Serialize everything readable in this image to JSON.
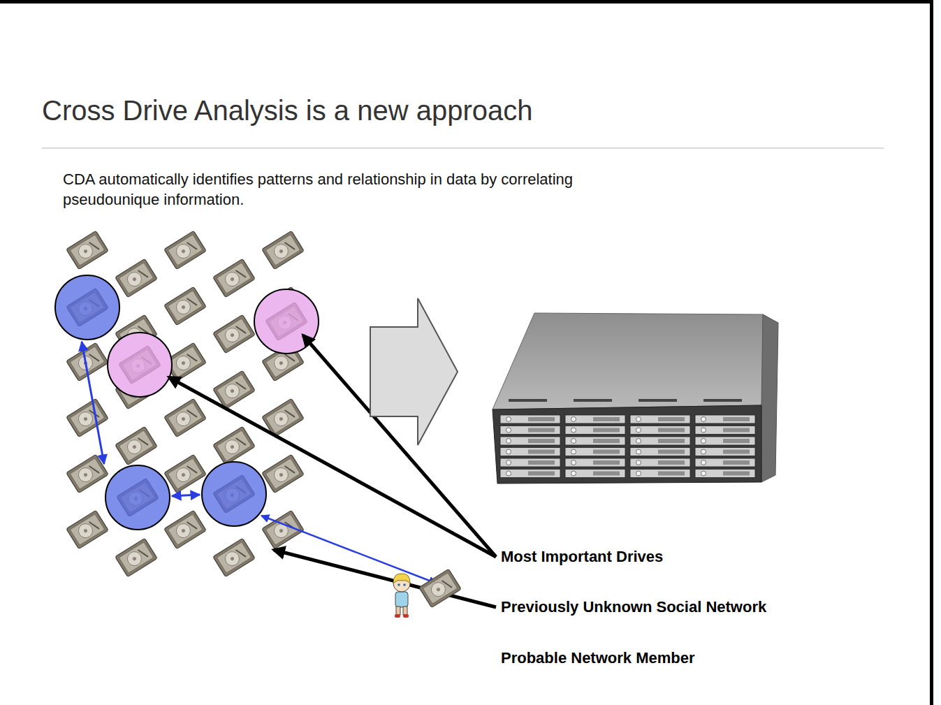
{
  "diagram": {
    "title": "Cross Drive Analysis is a new approach",
    "labels": [
      "CDA automatically identifies patterns and relationship in data by correlating pseudounique information.",
      "Most Important Drives",
      "Previously Unknown Social Network",
      "Probable Network Member"
    ]
  }
}
